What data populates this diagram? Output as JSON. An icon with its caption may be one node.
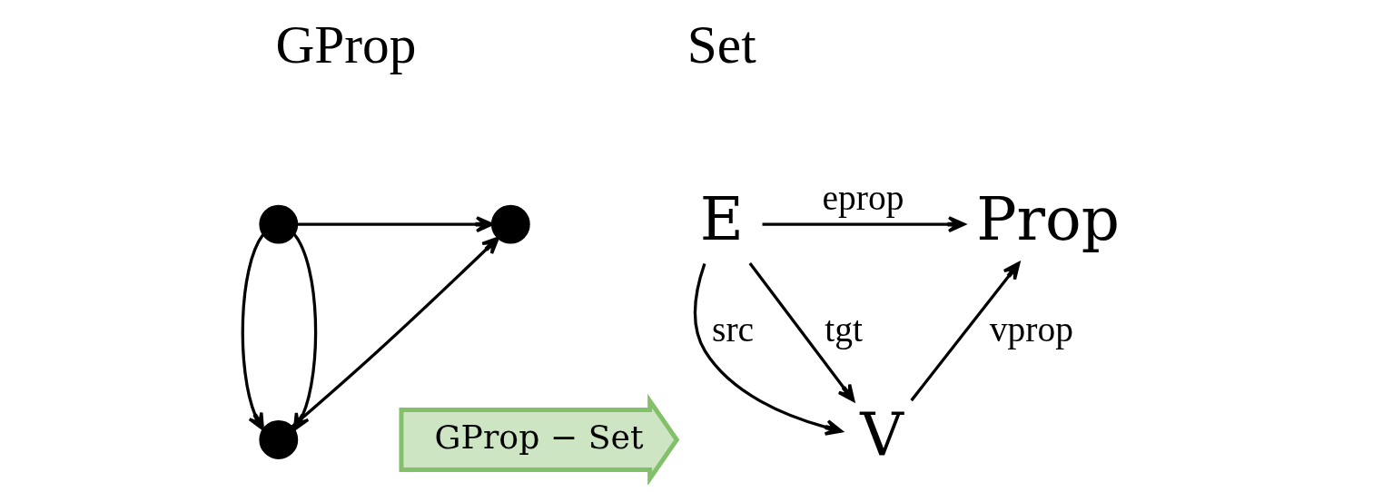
{
  "diagram": {
    "nodes": [
      {
        "text": [],
        "shape": "circle"
      },
      {
        "text": [],
        "shape": "circle"
      },
      {
        "text": [],
        "shape": "circle"
      },
      {
        "text": [
          "GProp − Set"
        ]
      },
      {
        "text": [
          "E"
        ]
      },
      {
        "text": [
          "Prop"
        ]
      },
      {
        "text": [
          "V"
        ]
      }
    ],
    "edges": [
      {
        "from": 0,
        "to": 1,
        "arrow": "to"
      },
      {
        "from": 0,
        "to": 2,
        "arrow": "to"
      },
      {
        "from": 0,
        "to": 2,
        "arrow": "to"
      },
      {
        "from": 2,
        "to": 1,
        "arrow": "to"
      },
      {
        "from": 4,
        "to": 5,
        "label": "eprop",
        "arrow": "to"
      },
      {
        "from": 4,
        "to": 6,
        "label": "src",
        "arrow": "to"
      },
      {
        "from": 4,
        "to": 6,
        "label": "tgt",
        "arrow": "to"
      },
      {
        "from": 6,
        "to": 5,
        "label": "vprop",
        "arrow": "to"
      }
    ],
    "labels": [
      "GProp",
      "Set"
    ]
  }
}
